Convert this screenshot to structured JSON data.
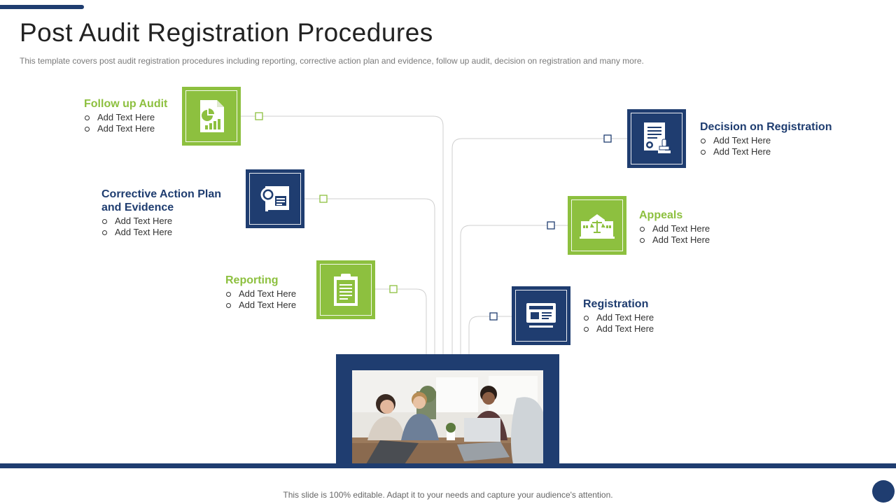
{
  "page": {
    "title": "Post Audit Registration Procedures",
    "subtitle": "This template covers post audit registration procedures including reporting, corrective action plan and evidence, follow up audit, decision on registration and many more.",
    "footer": "This slide is 100% editable. Adapt it to your needs and capture your audience's attention."
  },
  "colors": {
    "green": "#8dc03f",
    "navy": "#1f3d70"
  },
  "steps": [
    {
      "key": "follow_up_audit",
      "title": "Follow up Audit",
      "icon": "report-chart-icon",
      "color": "green",
      "bullets": [
        "Add Text Here",
        "Add Text Here"
      ]
    },
    {
      "key": "corrective_action",
      "title": "Corrective Action Plan and Evidence",
      "title_line1": "Corrective Action Plan",
      "title_line2": "and Evidence",
      "icon": "magnifier-document-icon",
      "color": "navy",
      "bullets": [
        "Add Text Here",
        "Add Text Here"
      ]
    },
    {
      "key": "reporting",
      "title": "Reporting",
      "icon": "clipboard-icon",
      "color": "green",
      "bullets": [
        "Add Text Here",
        "Add Text Here"
      ]
    },
    {
      "key": "decision",
      "title": "Decision on Registration",
      "icon": "certificate-stamp-icon",
      "color": "navy",
      "bullets": [
        "Add Text Here",
        "Add Text Here"
      ]
    },
    {
      "key": "appeals",
      "title": "Appeals",
      "icon": "courthouse-scale-icon",
      "color": "green",
      "bullets": [
        "Add Text Here",
        "Add Text Here"
      ]
    },
    {
      "key": "registration",
      "title": "Registration",
      "icon": "id-card-monitor-icon",
      "color": "navy",
      "bullets": [
        "Add Text Here",
        "Add Text Here"
      ]
    }
  ]
}
